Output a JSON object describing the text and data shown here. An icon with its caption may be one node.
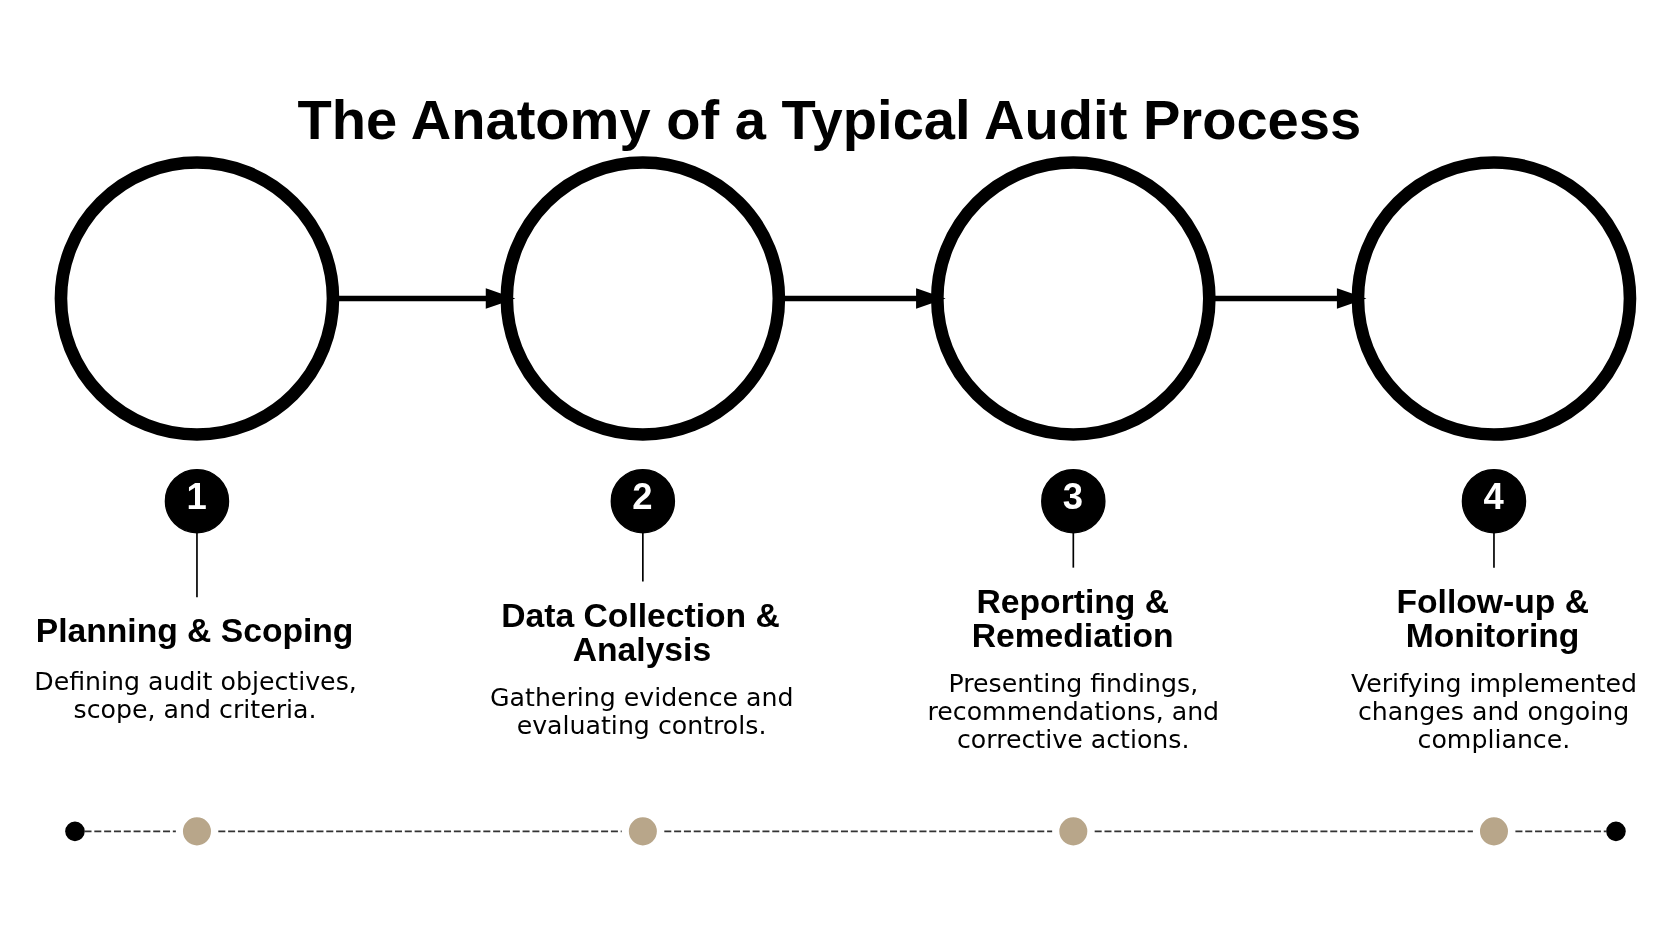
{
  "diagram": {
    "title": "The Anatomy of a Typical Audit Process",
    "nodes": [
      {
        "text": [],
        "shape": "circle"
      },
      {
        "text": [],
        "shape": "circle"
      },
      {
        "text": [],
        "shape": "circle"
      },
      {
        "text": [],
        "shape": "circle"
      },
      {
        "text": [
          "1"
        ]
      },
      {
        "text": [
          "2"
        ]
      },
      {
        "text": [
          "3"
        ]
      },
      {
        "text": [
          "4"
        ]
      },
      {
        "text": [
          "Planning & Scoping",
          "Defining audit objectives, scope, and criteria."
        ]
      },
      {
        "text": [
          "Data Collection & Analysis",
          "Gathering evidence and evaluating controls."
        ]
      },
      {
        "text": [
          "Reporting & Remediation",
          "Presenting findings, recommendations, and corrective actions."
        ]
      },
      {
        "text": [
          "Follow-up & Monitoring",
          "Verifying implemented changes and ongoing compliance."
        ]
      },
      {
        "text": [],
        "shape": "circle"
      },
      {
        "text": [],
        "shape": "circle"
      },
      {
        "text": [],
        "shape": "circle"
      },
      {
        "text": [],
        "shape": "circle"
      },
      {
        "text": [],
        "shape": "circle"
      },
      {
        "text": [],
        "shape": "circle"
      }
    ],
    "edges": [
      {
        "from": 0,
        "to": 1,
        "arrow": "to",
        "style": "thick"
      },
      {
        "from": 1,
        "to": 2,
        "arrow": "to",
        "style": "thick"
      },
      {
        "from": 2,
        "to": 3,
        "arrow": "to",
        "style": "thick"
      },
      {
        "from": 4,
        "to": 8,
        "arrow": "none"
      },
      {
        "from": 5,
        "to": 9,
        "arrow": "none"
      },
      {
        "from": 6,
        "to": 10,
        "arrow": "none"
      },
      {
        "from": 7,
        "to": 11,
        "arrow": "none"
      },
      {
        "from": 12,
        "to": 13,
        "arrow": "none",
        "style": "dashed"
      },
      {
        "from": 13,
        "to": 14,
        "arrow": "none",
        "style": "dashed"
      },
      {
        "from": 14,
        "to": 15,
        "arrow": "none",
        "style": "dashed"
      },
      {
        "from": 15,
        "to": 16,
        "arrow": "none",
        "style": "dashed"
      },
      {
        "from": 16,
        "to": 17,
        "arrow": "none",
        "style": "dashed"
      }
    ]
  }
}
